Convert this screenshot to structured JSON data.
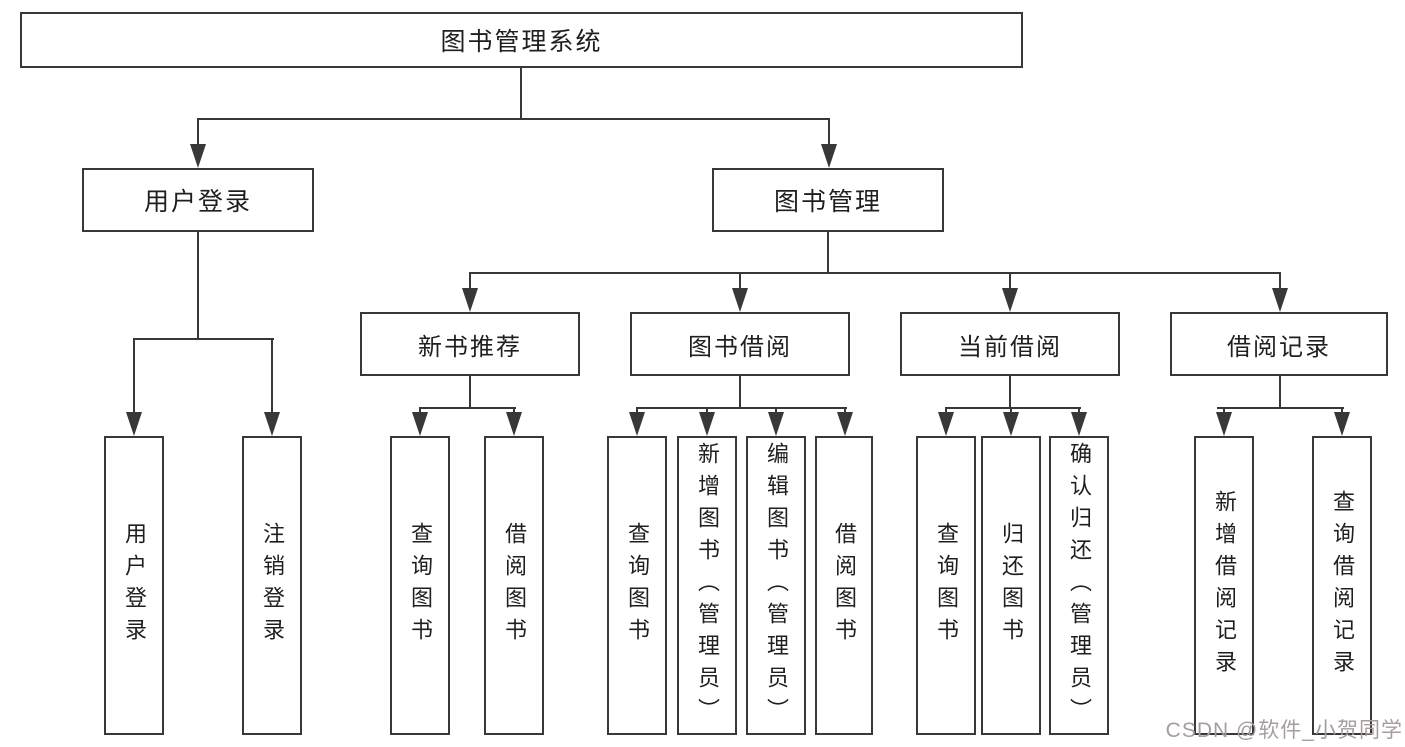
{
  "diagram": {
    "root": {
      "label": "图书管理系统"
    },
    "level1": [
      {
        "label": "用户登录",
        "children": [
          {
            "label": "用户登录"
          },
          {
            "label": "注销登录"
          }
        ]
      },
      {
        "label": "图书管理",
        "children": [
          {
            "label": "新书推荐",
            "children": [
              {
                "label": "查询图书"
              },
              {
                "label": "借阅图书"
              }
            ]
          },
          {
            "label": "图书借阅",
            "children": [
              {
                "label": "查询图书"
              },
              {
                "label": "新增图书（管理员）"
              },
              {
                "label": "编辑图书（管理员）"
              },
              {
                "label": "借阅图书"
              }
            ]
          },
          {
            "label": "当前借阅",
            "children": [
              {
                "label": "查询图书"
              },
              {
                "label": "归还图书"
              },
              {
                "label": "确认归还（管理员）"
              }
            ]
          },
          {
            "label": "借阅记录",
            "children": [
              {
                "label": "新增借阅记录"
              },
              {
                "label": "查询借阅记录"
              }
            ]
          }
        ]
      }
    ]
  },
  "watermark": {
    "text": "CSDN @软件_小贺同学"
  },
  "colors": {
    "line": "#383838",
    "box_fill": "#ffffff",
    "text": "#1f1f1f",
    "watermark": "#a79d9d"
  }
}
